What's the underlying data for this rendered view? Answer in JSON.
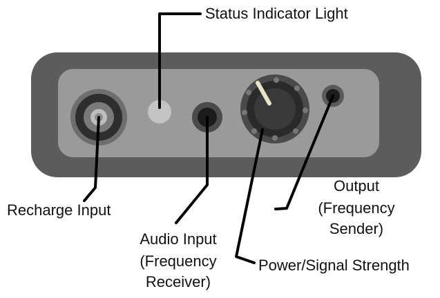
{
  "labels": {
    "status_light": "Status Indicator Light",
    "recharge_input": "Recharge Input",
    "audio_input": [
      "Audio Input",
      "(Frequency",
      "Receiver)"
    ],
    "power_signal": "Power/Signal Strength",
    "output": [
      "Output",
      "(Frequency",
      "Sender)"
    ]
  },
  "colors": {
    "outer_body": "#5c5c5c",
    "inner_panel": "#9a9a9a",
    "leader_line": "#000000",
    "status_light": "#c4c4c4",
    "knob_ring": "#4a4a4a",
    "knob_face": "#2a2a2a",
    "knob_indicator": "#e8e2c8"
  }
}
